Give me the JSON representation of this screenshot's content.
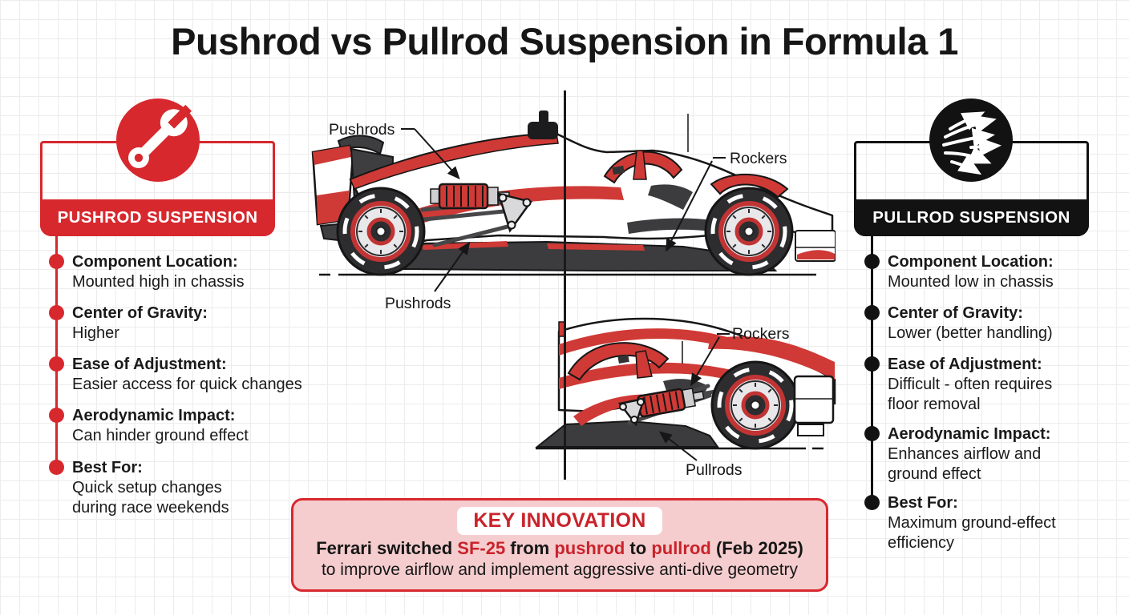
{
  "title": "Pushrod vs Pullrod Suspension in Formula 1",
  "colors": {
    "accent_red": "#d7282e",
    "accent_black": "#121212",
    "key_box_background": "#f5cdce",
    "key_text_red": "#c9232b",
    "car_red": "#cf3a36"
  },
  "pushrod_panel": {
    "header": "PUSHROD SUSPENSION",
    "icon": "wrench-icon",
    "items": [
      {
        "label": "Component Location:",
        "value": "Mounted high in chassis"
      },
      {
        "label": "Center of Gravity:",
        "value": "Higher"
      },
      {
        "label": "Ease of Adjustment:",
        "value": "Easier access for quick changes"
      },
      {
        "label": "Aerodynamic Impact:",
        "value": "Can hinder ground effect"
      },
      {
        "label": "Best For:",
        "value": "Quick setup changes during race weekends"
      }
    ]
  },
  "pullrod_panel": {
    "header": "PULLROD SUSPENSION",
    "icon": "airflow-icon",
    "items": [
      {
        "label": "Component Location:",
        "value": "Mounted low in chassis"
      },
      {
        "label": "Center of Gravity:",
        "value": "Lower (better handling)"
      },
      {
        "label": "Ease of Adjustment:",
        "value": "Difficult - often requires floor removal"
      },
      {
        "label": "Aerodynamic Impact:",
        "value": "Enhances airflow and ground effect"
      },
      {
        "label": "Best For:",
        "value": "Maximum ground-effect efficiency"
      }
    ]
  },
  "diagram": {
    "top_car_labels": {
      "pushrods_upper": "Pushrods",
      "rockers": "Rockers",
      "pushrods_lower": "Pushrods"
    },
    "bottom_car_labels": {
      "rockers": "Rockers",
      "pullrods": "Pullrods"
    }
  },
  "key_innovation": {
    "heading": "KEY INNOVATION",
    "segments": [
      {
        "text": "Ferrari switched ",
        "red": false
      },
      {
        "text": "SF-25",
        "red": true
      },
      {
        "text": " from ",
        "red": false
      },
      {
        "text": "pushrod",
        "red": true
      },
      {
        "text": " to ",
        "red": false
      },
      {
        "text": "pullrod",
        "red": true
      },
      {
        "text": " (Feb 2025)",
        "red": false
      }
    ],
    "line2": "to improve airflow and implement aggressive anti-dive geometry"
  }
}
